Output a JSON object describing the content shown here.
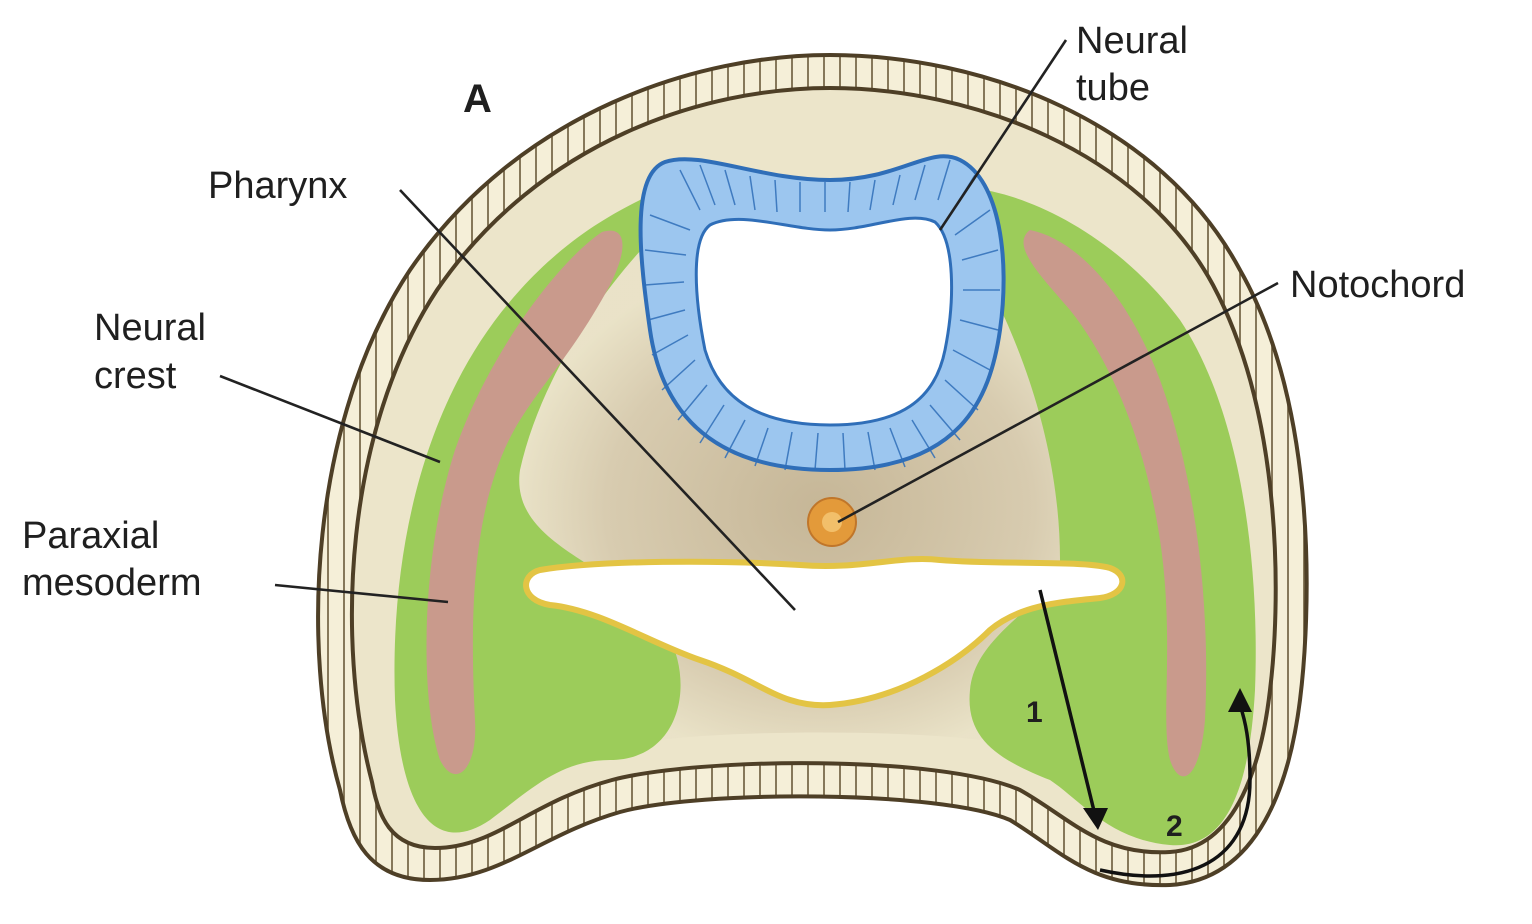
{
  "panel_label": "A",
  "labels": {
    "neural_tube_line1": "Neural",
    "neural_tube_line2": "tube",
    "pharynx": "Pharynx",
    "notochord": "Notochord",
    "neural_crest_line1": "Neural",
    "neural_crest_line2": "crest",
    "paraxial_mesoderm_line1": "Paraxial",
    "paraxial_mesoderm_line2": "mesoderm"
  },
  "arrows": {
    "arrow_1": "1",
    "arrow_2": "2"
  },
  "colors": {
    "ectoderm_outline": "#5a4a2e",
    "ectoderm_fill": "#f3ecd2",
    "mesenchyme": "#e9e2c7",
    "central_shading": "#cdbfa3",
    "neural_crest": "#9ccc5a",
    "paraxial_mesoderm": "#c99a8c",
    "neural_tube": "#9cc6ef",
    "neural_tube_outline": "#2f6eb8",
    "notochord": "#e39a3a",
    "pharynx_outline": "#e9c94a"
  }
}
